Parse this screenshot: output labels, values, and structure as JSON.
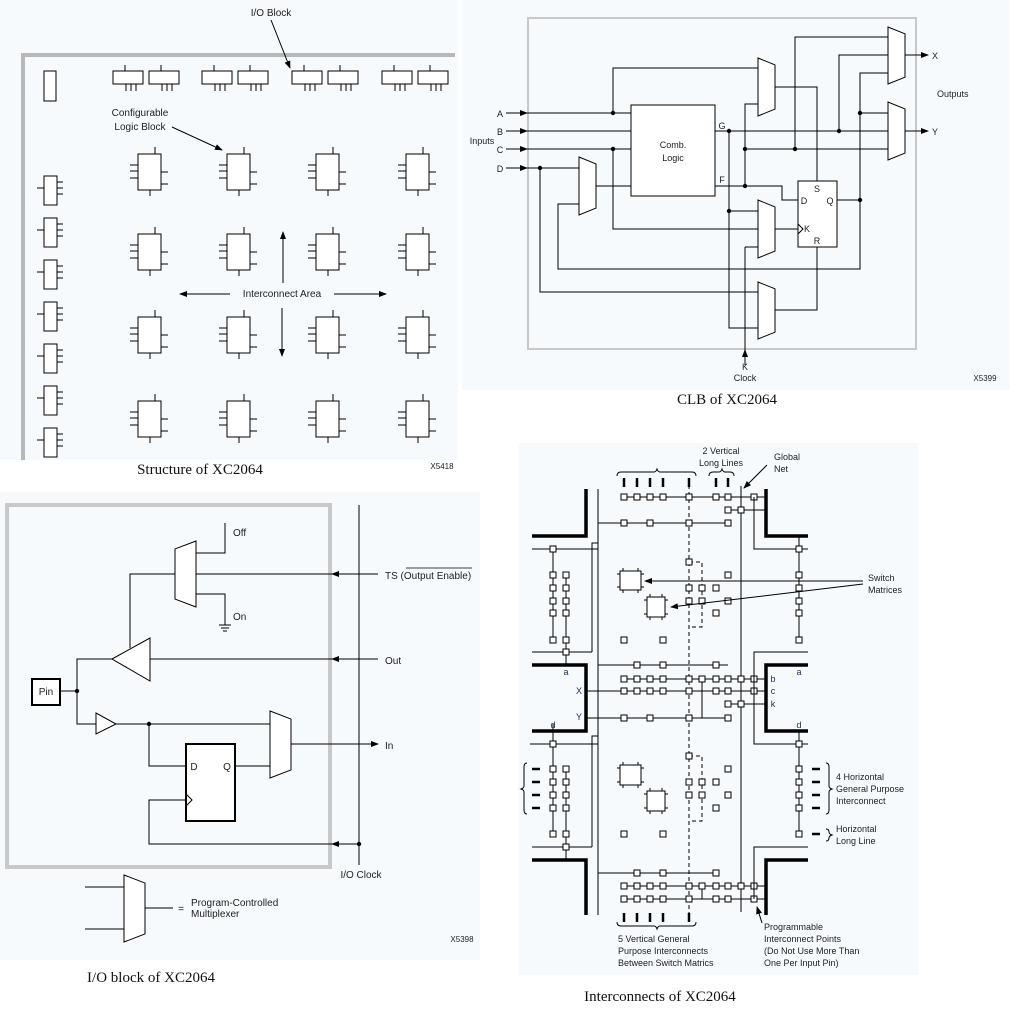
{
  "structure": {
    "io_block_label": "I/O Block",
    "clb_label_line1": "Configurable",
    "clb_label_line2": "Logic Block",
    "interconnect_label": "Interconnect Area",
    "code": "X5418",
    "caption": "Structure of XC2064"
  },
  "clb": {
    "inputs": [
      "A",
      "B",
      "C",
      "D"
    ],
    "inputs_label": "Inputs",
    "comb_line1": "Comb.",
    "comb_line2": "Logic",
    "g_label": "G",
    "f_label": "F",
    "ff": {
      "s": "S",
      "d": "D",
      "q": "Q",
      "k": "K",
      "r": "R"
    },
    "outputs": [
      "X",
      "Y"
    ],
    "outputs_label": "Outputs",
    "clock_pin": "K",
    "clock_label": "Clock",
    "code": "X5399",
    "caption": "CLB of XC2064"
  },
  "io": {
    "off": "Off",
    "on": "On",
    "ts_prefix": "TS (",
    "ts_overline": "Output Enable",
    "ts_suffix": ")",
    "out": "Out",
    "in": "In",
    "pin": "Pin",
    "ff_d": "D",
    "ff_q": "Q",
    "io_clock": "I/O Clock",
    "legend_eq": "=",
    "legend_line1": "Program-Controlled",
    "legend_line2": "Multiplexer",
    "code": "X5398",
    "caption": "I/O block of XC2064"
  },
  "interconnect": {
    "vertical_long_lines": [
      "2 Vertical",
      "Long Lines"
    ],
    "global_net": [
      "Global",
      "Net"
    ],
    "switch_matrices": [
      "Switch",
      "Matrices"
    ],
    "pins_left": {
      "a": "a",
      "x": "X",
      "y": "Y",
      "d": "d"
    },
    "pins_right": {
      "a": "a",
      "b": "b",
      "c": "c",
      "k": "k",
      "d": "d"
    },
    "horizontal_gp": [
      "4 Horizontal",
      "General Purpose",
      "Interconnect"
    ],
    "horizontal_long": [
      "Horizontal",
      "Long Line"
    ],
    "vertical_gp": [
      "5 Vertical General",
      "Purpose Interconnects",
      "Between Switch Matrics"
    ],
    "pip": [
      "Programmable",
      "Interconnect Points",
      "(Do Not Use More Than",
      "One Per Input Pin)"
    ],
    "caption": "Interconnects of XC2064"
  },
  "colors": {
    "line": "#000000",
    "frame": "#b8b8b8",
    "panel_bg": "#f7fafd"
  }
}
